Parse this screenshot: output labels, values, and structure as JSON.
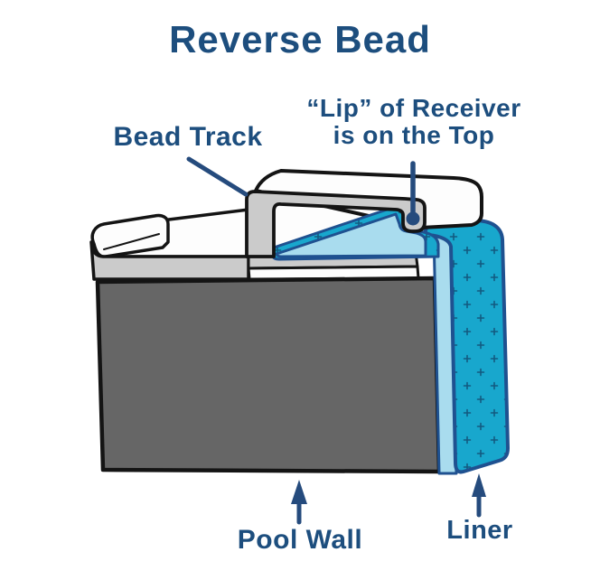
{
  "title": "Reverse Bead",
  "labels": {
    "bead_track": "Bead Track",
    "lip_line1": "“Lip” of Receiver",
    "lip_line2": "is on the Top",
    "pool_wall": "Pool Wall",
    "liner": "Liner"
  },
  "parts": {
    "pool_wall": "dark gray pool wall cross-section",
    "bead_track": "light gray C-shaped bead track / receiver extrusion",
    "receiver_lip": "downward hook lip at top of receiver, marked with dot",
    "liner": "teal vinyl liner with cross texture hooking over the lip from the top"
  },
  "colors": {
    "title_navy": "#1d4e7e",
    "annotation_navy": "#254b7d",
    "outline_black": "#141414",
    "wall_gray": "#666666",
    "track_gray": "#cbcbcb",
    "part_white": "#fdfdfd",
    "liner_teal": "#18a7cd",
    "liner_light_blue": "#a9dcee",
    "liner_outline": "#1f5190",
    "pattern_plus": "#135a80"
  }
}
